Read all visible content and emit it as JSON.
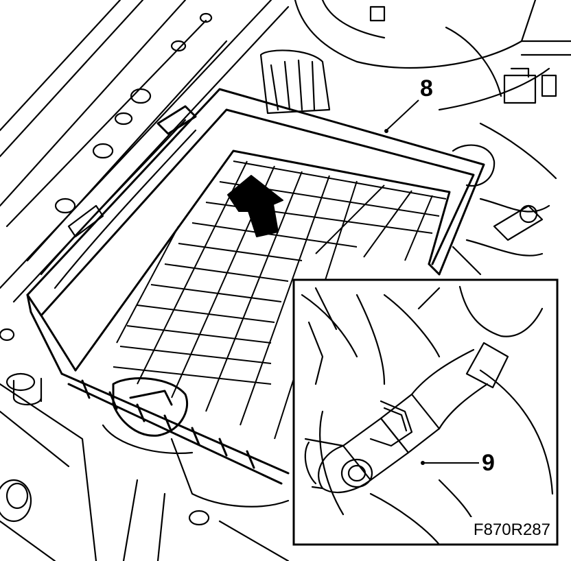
{
  "illustration": {
    "callouts": {
      "main_label": "8",
      "inset_label": "9"
    },
    "figure_reference": "F870R287",
    "colors": {
      "ink": "#000000",
      "paper": "#ffffff"
    },
    "arrow_direction": "up-left"
  }
}
